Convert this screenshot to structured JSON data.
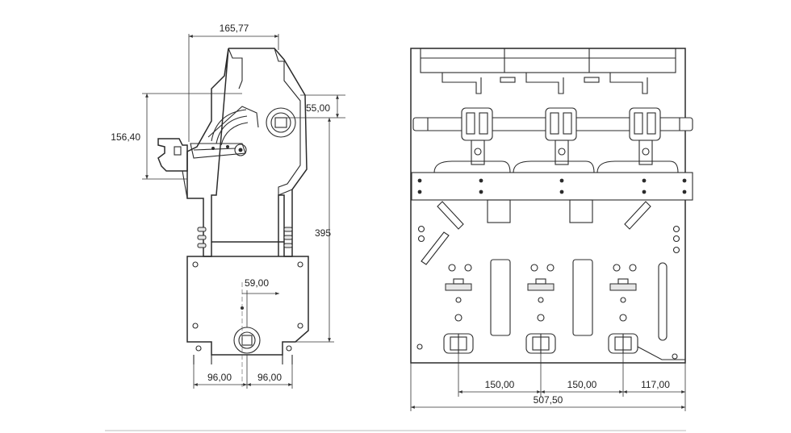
{
  "diagram": {
    "side_view": {
      "dimensions": {
        "top_width": "165,77",
        "right_offset": "55,00",
        "left_height": "156,40",
        "total_height": "395",
        "center_offset": "59,00",
        "bottom_left": "96,00",
        "bottom_right": "96,00"
      }
    },
    "front_view": {
      "dimensions": {
        "pole_spacing_1": "150,00",
        "pole_spacing_2": "150,00",
        "right_offset": "117,00",
        "overall_width": "507,50"
      }
    }
  }
}
